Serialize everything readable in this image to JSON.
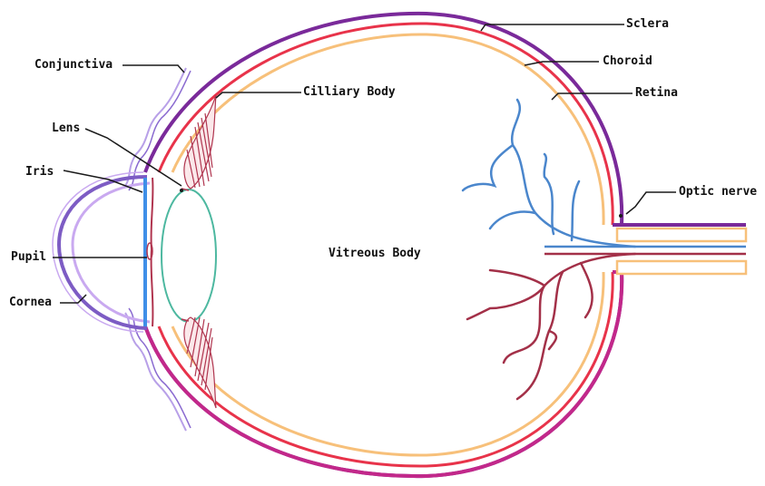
{
  "labels": {
    "sclera": "Sclera",
    "choroid": "Choroid",
    "retina": "Retina",
    "optic_nerve": "Optic nerve",
    "conjunctiva": "Conjunctiva",
    "ciliary_body": "Cilliary Body",
    "lens": "Lens",
    "iris": "Iris",
    "pupil": "Pupil",
    "cornea": "Cornea",
    "vitreous_body": "Vitreous Body"
  },
  "colors": {
    "sclera": "#7a2a9a",
    "choroid": "#e8334a",
    "retina": "#f7c07a",
    "sclera_lower": "#c2288a",
    "cornea": "#7d5cc4",
    "cornea_light": "#c9a9f0",
    "iris": "#3f8fe8",
    "lens": "#4db8a0",
    "ciliary": "#b0354f",
    "veins_blue": "#4a86cc",
    "veins_red": "#a33048",
    "leader": "#1a1a1a"
  }
}
